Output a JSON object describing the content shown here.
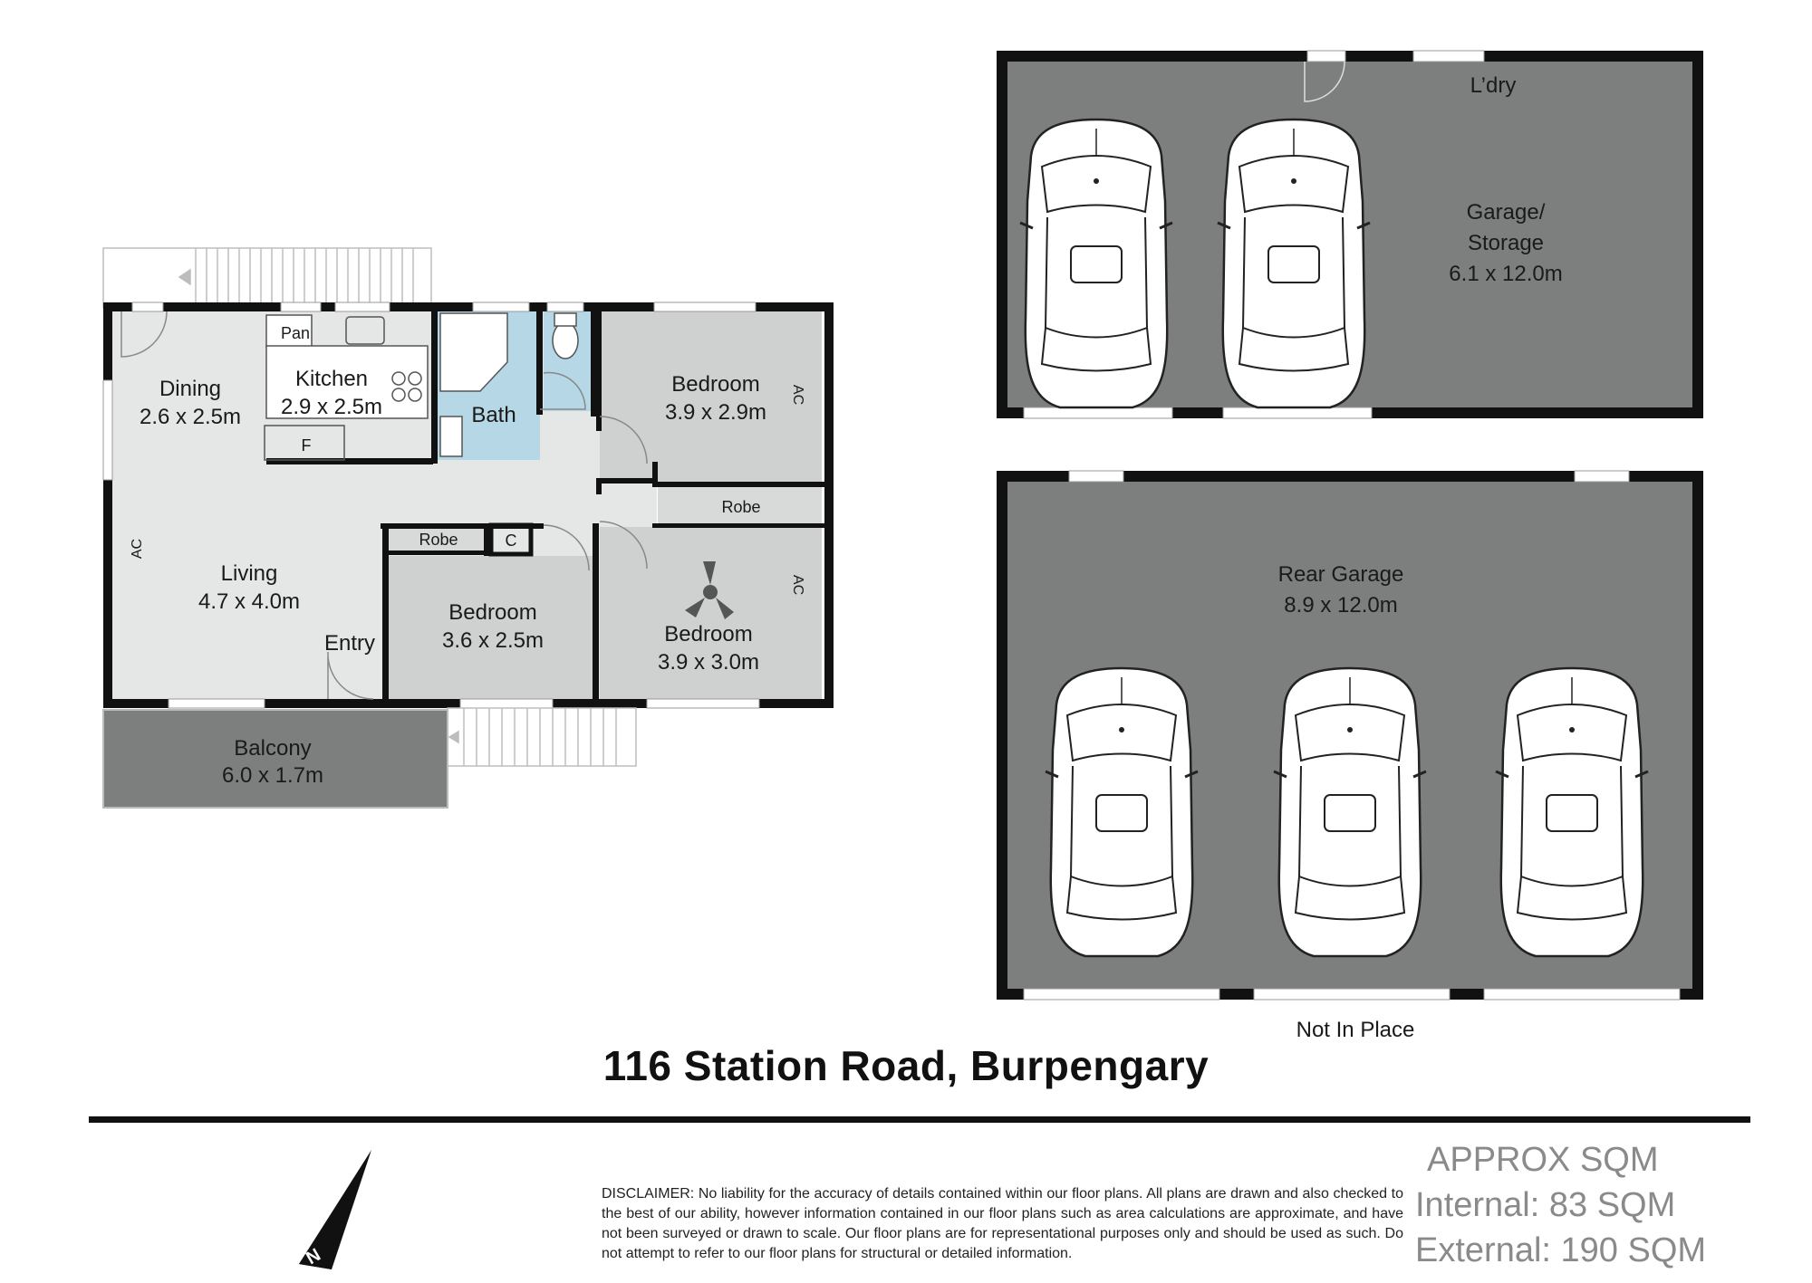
{
  "title": "116 Station Road, Burpengary",
  "rooms": {
    "dining": {
      "name": "Dining",
      "size": "2.6 x 2.5m"
    },
    "kitchen": {
      "name": "Kitchen",
      "size": "2.9 x 2.5m"
    },
    "pantry": {
      "name": "Pan"
    },
    "fridge": {
      "name": "F"
    },
    "bath": {
      "name": "Bath"
    },
    "bedroom_top": {
      "name": "Bedroom",
      "size": "3.9 x 2.9m"
    },
    "living": {
      "name": "Living",
      "size": "4.7 x 4.0m"
    },
    "entry": {
      "name": "Entry"
    },
    "robe_left": {
      "name": "Robe"
    },
    "cupboard": {
      "name": "C"
    },
    "robe_right": {
      "name": "Robe"
    },
    "bedroom_mid": {
      "name": "Bedroom",
      "size": "3.6 x 2.5m"
    },
    "bedroom_right": {
      "name": "Bedroom",
      "size": "3.9 x 3.0m"
    },
    "balcony": {
      "name": "Balcony",
      "size": "6.0 x 1.7m"
    },
    "ac_label": "AC",
    "laundry": {
      "name": "L’dry"
    },
    "garage_storage": {
      "name1": "Garage/",
      "name2": "Storage",
      "size": "6.1 x 12.0m"
    },
    "rear_garage": {
      "name": "Rear Garage",
      "size": "8.9 x 12.0m"
    },
    "not_in_place": "Not In Place"
  },
  "north_label": "N",
  "disclaimer": "DISCLAIMER: No liability for the accuracy of details contained within our floor plans. All plans are drawn and also checked to the best of our ability, however information contained in our floor plans such as area calculations are approximate, and have not been surveyed or drawn to scale. Our floor plans are for representational purposes only and should be used as such. Do not attempt to refer to our floor plans for structural or detailed information.",
  "area": {
    "heading": "APPROX SQM",
    "internal": "Internal: 83 SQM",
    "external": "External: 190 SQM"
  },
  "colors": {
    "wall": "#111111",
    "floor": "#e5e6e6",
    "garage_floor": "#7d7e7e",
    "bath_floor": "#b6d8e6",
    "balcony_floor": "#7d7e7e",
    "room_fill": "#cfd0d0"
  }
}
